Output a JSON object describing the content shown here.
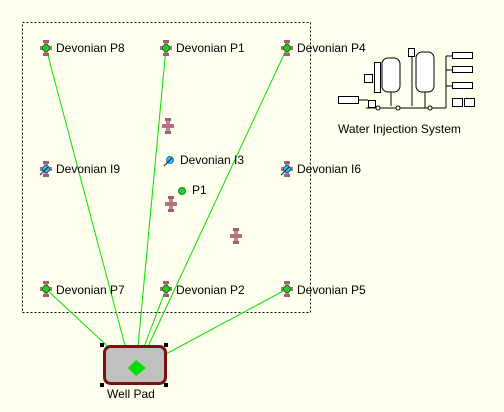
{
  "wells": {
    "p8": {
      "label": "Devonian P8",
      "type": "producer"
    },
    "p1": {
      "label": "Devonian P1",
      "type": "producer"
    },
    "p4": {
      "label": "Devonian P4",
      "type": "producer"
    },
    "i9": {
      "label": "Devonian I9",
      "type": "injector"
    },
    "i3": {
      "label": "Devonian I3",
      "type": "injector"
    },
    "i6": {
      "label": "Devonian I6",
      "type": "injector"
    },
    "p7": {
      "label": "Devonian P7",
      "type": "producer"
    },
    "p2": {
      "label": "Devonian P2",
      "type": "producer"
    },
    "p5": {
      "label": "Devonian P5",
      "type": "producer"
    },
    "p1_small": {
      "label": "P1",
      "type": "point"
    }
  },
  "well_pad": {
    "label": "Well Pad"
  },
  "water_injection": {
    "label": "Water Injection System"
  },
  "colors": {
    "background": "#FFFFEE",
    "connection_line": "#00E000",
    "producer_node": "#22CC22",
    "injector_node": "#33BBEE",
    "wellhead": "#B07080",
    "pad_border": "#7A1010",
    "pad_fill": "#C0C0C0"
  },
  "icons": [
    "wellhead-icon",
    "producer-node-icon",
    "injector-node-icon",
    "selection-handle-icon"
  ]
}
